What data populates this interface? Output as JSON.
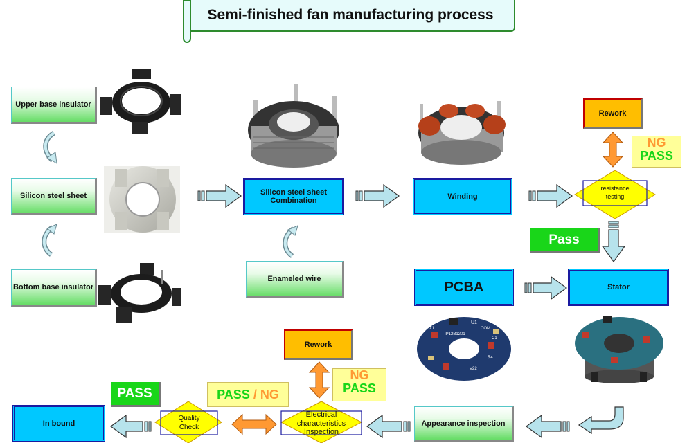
{
  "title": "Semi-finished fan manufacturing process",
  "steps": {
    "upper_base_insulator": "Upper base insulator",
    "silicon_steel_sheet": "Silicon steel sheet",
    "bottom_base_insulator": "Bottom base insulator",
    "silicon_steel_combination": "Silicon steel sheet Combination",
    "enameled_wire": "Enameled wire",
    "winding": "Winding",
    "rework_top": "Rework",
    "resistance_testing_1": "resistance",
    "resistance_testing_2": "testing",
    "pcba": "PCBA",
    "stator": "Stator",
    "appearance_inspection": "Appearance inspection",
    "electrical_1": "Electrical",
    "electrical_2": "characteristics",
    "electrical_3": "Inspection",
    "rework_bottom": "Rework",
    "quality_check_1": "Quality",
    "quality_check_2": "Check",
    "in_bound": "In bound"
  },
  "labels": {
    "ng": "NG",
    "pass_caps": "PASS",
    "pass_word": "Pass",
    "pass_ng_1": "PASS",
    "pass_ng_sep": " / ",
    "pass_ng_2": "NG"
  },
  "pcb_text": {
    "u1": "U1",
    "com": "COM",
    "z1": "Z1",
    "code": "IP12B1201",
    "v22": "V22",
    "r4": "R4",
    "c1": "C1"
  },
  "colors": {
    "process_blue": "#00c8ff",
    "material_green": "#66dd66",
    "rework_orange": "#ffbe00",
    "decision_yellow": "#ffff00",
    "pass_green": "#19d619",
    "ng_orange": "#ff9933",
    "arrow_fill": "#b7e3ec"
  }
}
